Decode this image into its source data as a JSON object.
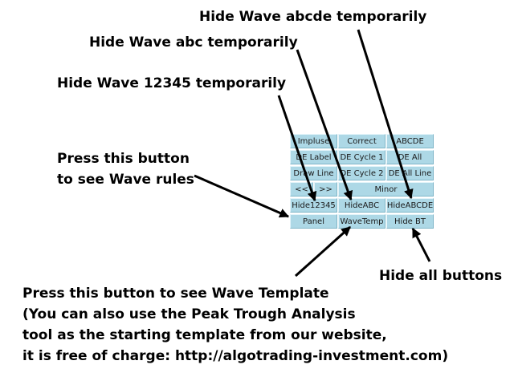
{
  "callouts": {
    "hide_abcde": "Hide Wave abcde temporarily",
    "hide_abc": "Hide Wave abc temporarily",
    "hide_12345": "Hide Wave 12345 temporarily",
    "wave_rules": [
      "Press this button",
      "to see Wave rules"
    ],
    "hide_all": "Hide all buttons",
    "wave_template": [
      "Press this button to see Wave Template",
      "(You can also use the Peak Trough Analysis",
      "tool as the starting template from our website,",
      "it is free of charge: http://algotrading-investment.com)"
    ]
  },
  "buttons": {
    "impulse": "Impluse",
    "correct": "Correct",
    "abcde": "ABCDE",
    "de_label": "DE Label",
    "de_cycle1": "DE Cycle 1",
    "de_all": "DE All",
    "draw_line": "Draw Line",
    "de_cycle2": "DE Cycle 2",
    "de_all_line": "DE All Line",
    "prev": "<<",
    "next": ">>",
    "minor": "Minor",
    "hide12345": "Hide12345",
    "hideabc": "HideABC",
    "hideabcde": "HideABCDE",
    "panel": "Panel",
    "wavetemp": "WaveTemp",
    "hide_bt": "Hide BT"
  },
  "colors": {
    "button_fill": "#add8e6",
    "callout_text": "#000000",
    "arrow": "#000000"
  }
}
